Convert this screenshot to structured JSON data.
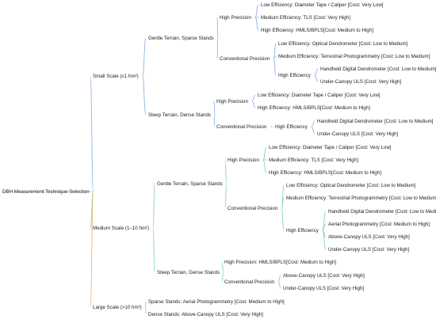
{
  "colors": {
    "blue": "#8fb4ea",
    "green": "#86d7a8",
    "orange": "#f4b56c",
    "text": "#222222"
  },
  "root": {
    "label": "DBH Measurement Technique Selection",
    "children": [
      {
        "id": "small",
        "label": "Small Scale (≤1 hm²)",
        "color": "blue",
        "children": [
          {
            "id": "s-gentle",
            "label": "Gentle Terrain, Sparse Stands",
            "children": [
              {
                "id": "s-g-high",
                "label": "High Precision",
                "children": [
                  {
                    "id": "s-g-h-1",
                    "label": "Low Efficiency: Diameter Tape / Caliper [Cost: Very Low]"
                  },
                  {
                    "id": "s-g-h-2",
                    "label": "Medium Efficiency: TLS [Cost: Very High]"
                  },
                  {
                    "id": "s-g-h-3",
                    "label": "High Efficiency: HMLS/BPLS[Cost: Medium to High]"
                  }
                ]
              },
              {
                "id": "s-g-conv",
                "label": "Conventional Precision",
                "children": [
                  {
                    "id": "s-g-c-1",
                    "label": "Low Efficiency: Optical Dendrometer [Cost: Low to Medium]"
                  },
                  {
                    "id": "s-g-c-2",
                    "label": "Medium Efficiency: Terrestrial Photogrammetry [Cost: Low to Medium]"
                  },
                  {
                    "id": "s-g-c-3",
                    "label": "High Efficiency",
                    "children": [
                      {
                        "id": "s-g-c-3-1",
                        "label": "Handheld Digital Dendrometer [Cost: Low to Medium]"
                      },
                      {
                        "id": "s-g-c-3-2",
                        "label": "Under-Canopy ULS [Cost: Very High]"
                      }
                    ]
                  }
                ]
              }
            ]
          },
          {
            "id": "s-steep",
            "label": "Steep Terrain, Dense Stands",
            "children": [
              {
                "id": "s-s-high",
                "label": "High Precision",
                "children": [
                  {
                    "id": "s-s-h-1",
                    "label": "Low Efficiency: Diameter Tape / Caliper [Cost: Very Low]"
                  },
                  {
                    "id": "s-s-h-2",
                    "label": "High Efficiency: HMLS/BPLS[Cost: Medium to High]"
                  }
                ]
              },
              {
                "id": "s-s-conv",
                "label": "Conventional Precision",
                "children": [
                  {
                    "id": "s-s-c-1",
                    "label": "High Efficiency",
                    "children": [
                      {
                        "id": "s-s-c-1-1",
                        "label": "Handheld Digital Dendrometer [Cost: Low to Medium]"
                      },
                      {
                        "id": "s-s-c-1-2",
                        "label": "Under-Canopy ULS [Cost: Very High]"
                      }
                    ]
                  }
                ]
              }
            ]
          }
        ]
      },
      {
        "id": "medium",
        "label": "Medium Scale (1–10 hm²)",
        "color": "green",
        "children": [
          {
            "id": "m-gentle",
            "label": "Gentle Terrain, Sparse Stands",
            "children": [
              {
                "id": "m-g-high",
                "label": "High Precision",
                "children": [
                  {
                    "id": "m-g-h-1",
                    "label": "Low Efficiency: Diameter Tape / Caliper [Cost: Very Low]"
                  },
                  {
                    "id": "m-g-h-2",
                    "label": "Medium Efficiency: TLS [Cost: Very High]"
                  },
                  {
                    "id": "m-g-h-3",
                    "label": "High Efficiency: HMLS/BPLS[Cost: Medium to High]"
                  }
                ]
              },
              {
                "id": "m-g-conv",
                "label": "Conventional Precision",
                "children": [
                  {
                    "id": "m-g-c-1",
                    "label": "Low Efficiency: Optical Dendrometer [Cost: Low to Medium]"
                  },
                  {
                    "id": "m-g-c-2",
                    "label": "Medium Efficiency: Terrestrial Photogrammetry [Cost: Low to Medium]"
                  },
                  {
                    "id": "m-g-c-3",
                    "label": "High Efficiency",
                    "children": [
                      {
                        "id": "m-g-c-3-1",
                        "label": "Handheld Digital Dendrometer [Cost: Low to Medium]"
                      },
                      {
                        "id": "m-g-c-3-2",
                        "label": "Aerial Photogrammetry [Cost: Medium to High]"
                      },
                      {
                        "id": "m-g-c-3-3",
                        "label": "Above-Canopy ULS [Cost: Very High]"
                      },
                      {
                        "id": "m-g-c-3-4",
                        "label": "Under-Canopy ULS [Cost: Very High]"
                      }
                    ]
                  }
                ]
              }
            ]
          },
          {
            "id": "m-steep",
            "label": "Steep Terrain, Dense Stands",
            "children": [
              {
                "id": "m-s-high",
                "label": "High Precision: HMLS/BPLS[Cost: Medium to High]"
              },
              {
                "id": "m-s-conv",
                "label": "Conventional Precision",
                "children": [
                  {
                    "id": "m-s-c-1",
                    "label": "Above-Canopy ULS [Cost: Very High]"
                  },
                  {
                    "id": "m-s-c-2",
                    "label": "Under-Canopy ULS [Cost: Very High]"
                  }
                ]
              }
            ]
          }
        ]
      },
      {
        "id": "large",
        "label": "Large Scale (>10 hm²)",
        "color": "orange",
        "children": [
          {
            "id": "l-1",
            "label": "Sparse Stands: Aerial Photogrammetry [Cost: Medium to High]"
          },
          {
            "id": "l-2",
            "label": "Dense Stands: Above-Canopy ULS [Cost: Very High]"
          }
        ]
      }
    ]
  }
}
